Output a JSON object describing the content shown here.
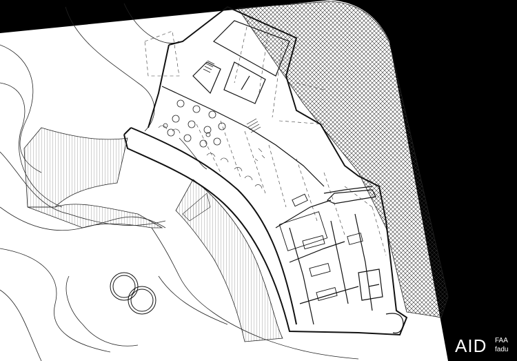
{
  "drawing": {
    "background_color": "#000000",
    "sheet_color": "#ffffff",
    "line_color": "#111111",
    "hatch_color": "#333333"
  },
  "watermark": {
    "main": "AID",
    "line1": "FAA",
    "line2": "fadu"
  }
}
